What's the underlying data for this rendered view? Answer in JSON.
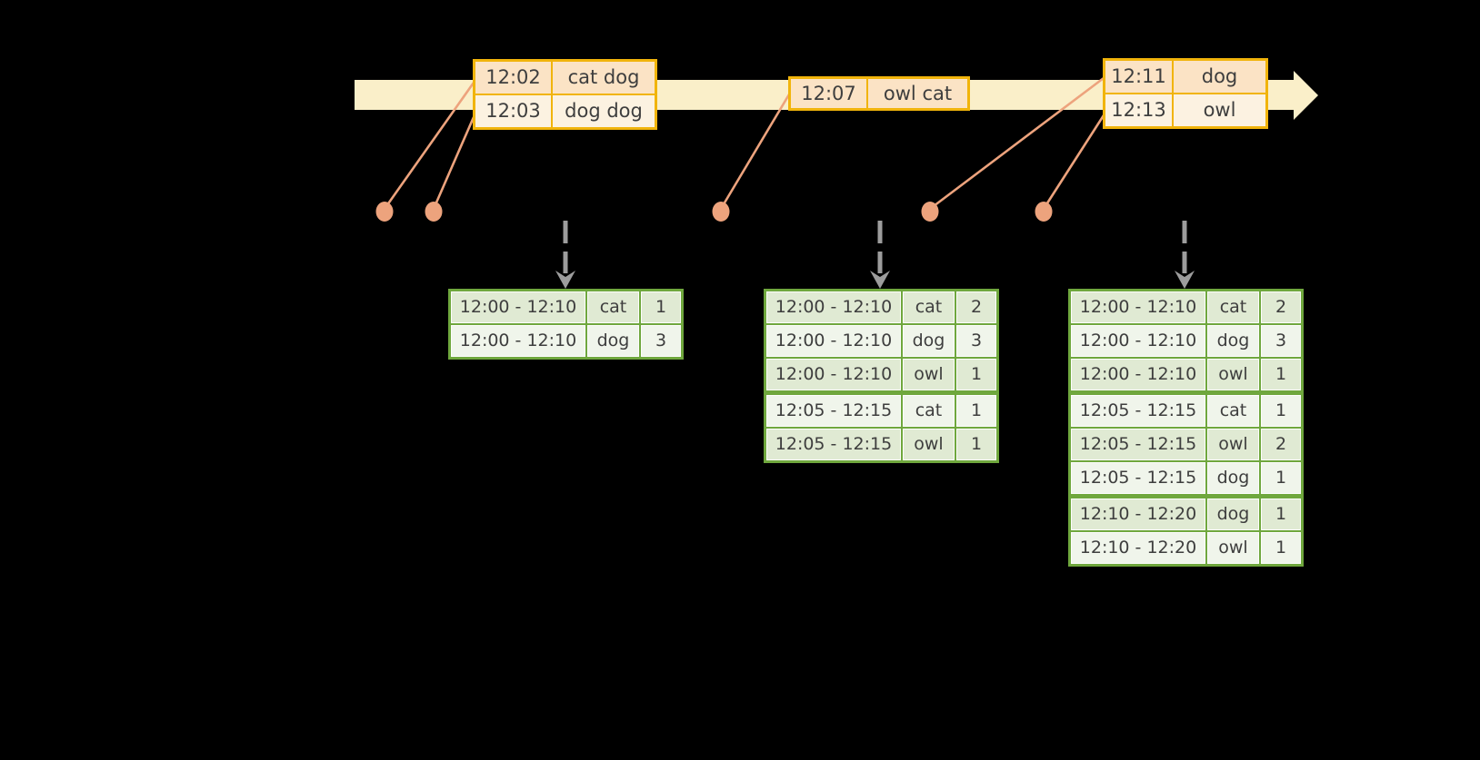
{
  "diagram_type": "streaming-windowed-aggregation-timeline",
  "colors": {
    "background": "#000000",
    "timeline_band": "#FAEFC9",
    "event_table_border": "#F1B40B",
    "event_row_peach": "#FBE3C5",
    "event_row_cream": "#FCF2E1",
    "connector_salmon": "#EDA37D",
    "result_table_border": "#6FA73D",
    "result_row_sage": "#E0EAD3",
    "result_row_light": "#F0F5EB",
    "trigger_arrow_gray": "#9D9D9D",
    "text": "#3E3E3E"
  },
  "timeline": {
    "event_tables": [
      {
        "rows": [
          {
            "time": "12:02",
            "words": "cat dog"
          },
          {
            "time": "12:03",
            "words": "dog dog"
          }
        ]
      },
      {
        "rows": [
          {
            "time": "12:07",
            "words": "owl cat"
          }
        ]
      },
      {
        "rows": [
          {
            "time": "12:11",
            "words": "dog"
          },
          {
            "time": "12:13",
            "words": "owl"
          }
        ]
      }
    ]
  },
  "result_tables": [
    {
      "rows": [
        {
          "window": "12:00 - 12:10",
          "word": "cat",
          "count": "1"
        },
        {
          "window": "12:00 - 12:10",
          "word": "dog",
          "count": "3"
        }
      ]
    },
    {
      "rows": [
        {
          "window": "12:00 - 12:10",
          "word": "cat",
          "count": "2"
        },
        {
          "window": "12:00 - 12:10",
          "word": "dog",
          "count": "3"
        },
        {
          "window": "12:00 - 12:10",
          "word": "owl",
          "count": "1"
        },
        {
          "window": "12:05 - 12:15",
          "word": "cat",
          "count": "1",
          "_classes": "group-start"
        },
        {
          "window": "12:05 - 12:15",
          "word": "owl",
          "count": "1"
        }
      ]
    },
    {
      "rows": [
        {
          "window": "12:00 - 12:10",
          "word": "cat",
          "count": "2"
        },
        {
          "window": "12:00 - 12:10",
          "word": "dog",
          "count": "3"
        },
        {
          "window": "12:00 - 12:10",
          "word": "owl",
          "count": "1"
        },
        {
          "window": "12:05 - 12:15",
          "word": "cat",
          "count": "1",
          "_classes": "group-start"
        },
        {
          "window": "12:05 - 12:15",
          "word": "owl",
          "count": "2"
        },
        {
          "window": "12:05 - 12:15",
          "word": "dog",
          "count": "1"
        },
        {
          "window": "12:10 - 12:20",
          "word": "dog",
          "count": "1",
          "_classes": "group-start"
        },
        {
          "window": "12:10 - 12:20",
          "word": "owl",
          "count": "1"
        }
      ]
    }
  ]
}
